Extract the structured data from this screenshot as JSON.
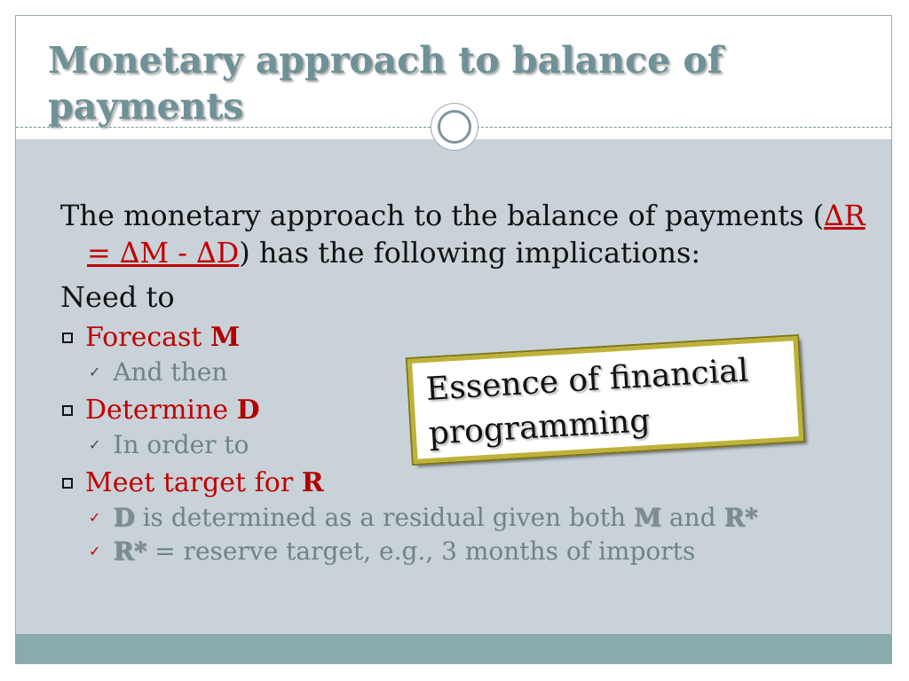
{
  "slide": {
    "title": "Monetary approach to balance of payments",
    "intro_text": "The monetary approach to the balance of payments (",
    "formula": "∆R = ∆M - ∆D",
    "intro_tail": ") has the following implications:",
    "need_to": "Need to",
    "items": [
      {
        "label": "Forecast",
        "bold": "M",
        "sub": "And then"
      },
      {
        "label": "Determine",
        "bold": "D",
        "sub": "In order to"
      },
      {
        "label": "Meet target for",
        "bold": "R",
        "notes": [
          {
            "lead": "D",
            "text1": " is determined as a residual given both ",
            "m": "M",
            "and": " and ",
            "r": "R*"
          },
          {
            "lead": "R*",
            "text1": " = reserve target, e.g., 3 months of imports"
          }
        ]
      }
    ],
    "callout": "Essence of financial programming"
  },
  "icons": {
    "square_bullet": "square-bullet-icon",
    "check": "check-icon",
    "circle": "circle-ornament-icon"
  },
  "colors": {
    "title": "#6f9198",
    "accent_red": "#c00000",
    "content_bg": "#c8d2d8",
    "footer_bar": "#89abac",
    "callout_border": "#bfb23a"
  }
}
